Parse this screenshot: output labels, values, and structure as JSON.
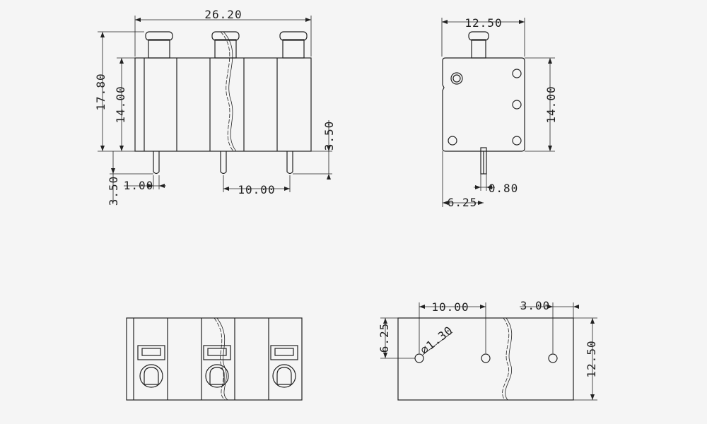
{
  "front_view": {
    "dim_width": "26.20",
    "dim_total_height": "17.80",
    "dim_body_height": "14.00",
    "dim_pin_length_right": "3.50",
    "dim_pin_length_left": "3.50",
    "dim_pin_width": "1.00",
    "dim_pitch": "10.00"
  },
  "side_view": {
    "dim_width": "12.50",
    "dim_height": "14.00",
    "dim_pin_width": "0.80",
    "dim_pin_offset": "6.25"
  },
  "bottom_view": {
    "dim_pitch": "10.00",
    "dim_edge": "3.00",
    "dim_hole_offset": "6.25",
    "dim_hole_dia": "∅1.30",
    "dim_depth": "12.50"
  }
}
